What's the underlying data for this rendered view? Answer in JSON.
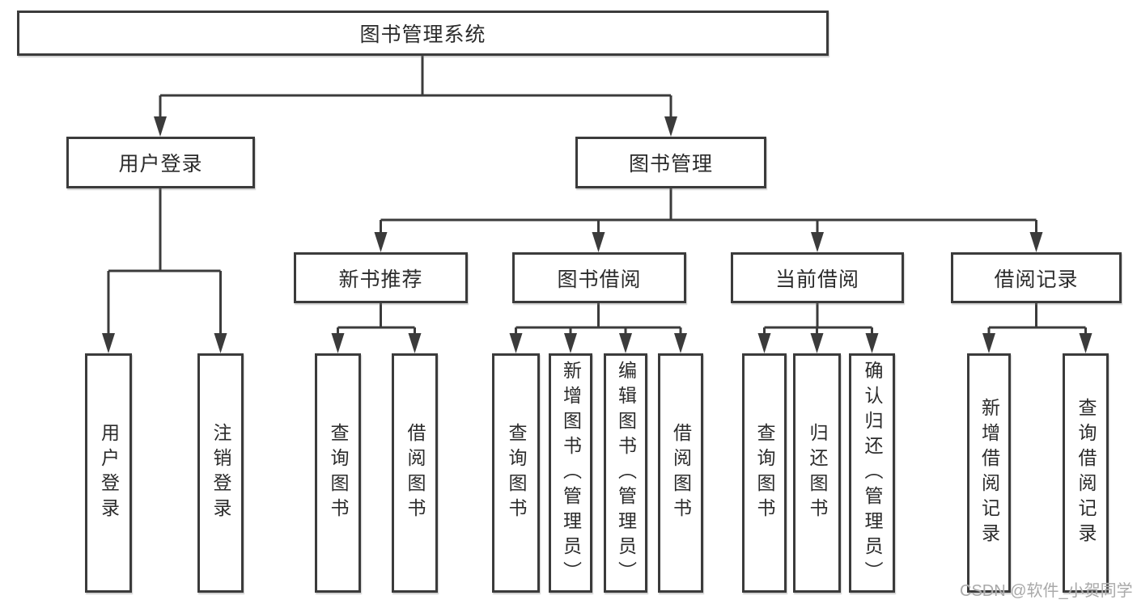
{
  "tree": {
    "label": "图书管理系统",
    "children": [
      {
        "label": "用户登录",
        "children": [
          {
            "label": "用户登录"
          },
          {
            "label": "注销登录"
          }
        ]
      },
      {
        "label": "图书管理",
        "children": [
          {
            "label": "新书推荐",
            "children": [
              {
                "label": "查询图书"
              },
              {
                "label": "借阅图书"
              }
            ]
          },
          {
            "label": "图书借阅",
            "children": [
              {
                "label": "查询图书"
              },
              {
                "label": "新增图书（管理员）"
              },
              {
                "label": "编辑图书（管理员）"
              },
              {
                "label": "借阅图书"
              }
            ]
          },
          {
            "label": "当前借阅",
            "children": [
              {
                "label": "查询图书"
              },
              {
                "label": "归还图书"
              },
              {
                "label": "确认归还（管理员）"
              }
            ]
          },
          {
            "label": "借阅记录",
            "children": [
              {
                "label": "新增借阅记录"
              },
              {
                "label": "查询借阅记录"
              }
            ]
          }
        ]
      }
    ]
  },
  "watermark": "CSDN @软件_小贺同学",
  "colors": {
    "line": "#3b3b3b",
    "box_border": "#3b3b3b",
    "text": "#2b2b2b",
    "watermark": "#a9a9a9",
    "background": "#ffffff"
  }
}
